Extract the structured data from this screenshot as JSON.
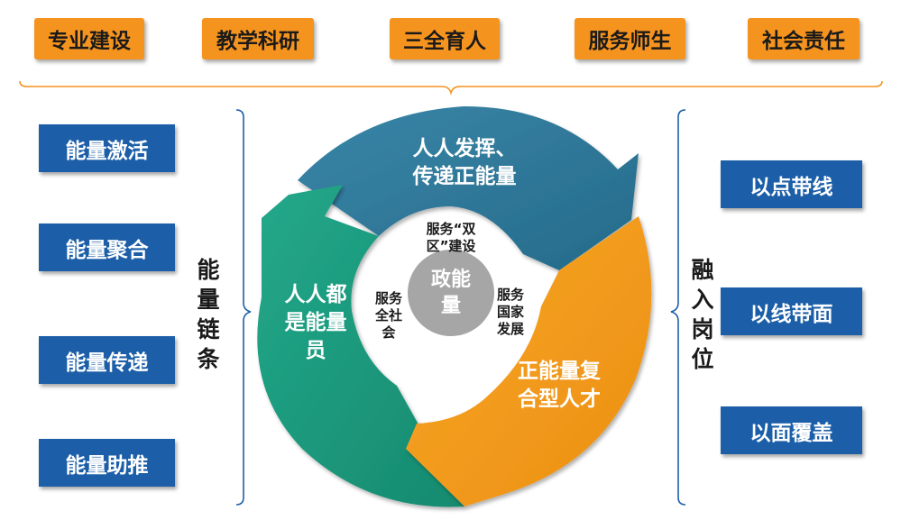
{
  "top_categories": [
    "专业建设",
    "教学科研",
    "三全育人",
    "服务师生",
    "社会责任"
  ],
  "left_items": [
    "能量激活",
    "能量聚合",
    "能量传递",
    "能量助推"
  ],
  "left_label": [
    "能",
    "量",
    "链",
    "条"
  ],
  "right_items": [
    "以点带线",
    "以线带面",
    "以面覆盖"
  ],
  "right_label": [
    "融",
    "入",
    "岗",
    "位"
  ],
  "cycle": {
    "top_arrow": [
      "人人发挥、",
      "传递正能量"
    ],
    "left_arrow": [
      "人人都",
      "是能量",
      "员"
    ],
    "right_arrow": [
      "正能量复",
      "合型人才"
    ]
  },
  "inner": {
    "top": [
      "服务“双",
      "区”建设"
    ],
    "left": [
      "服务",
      "全社",
      "会"
    ],
    "right": [
      "服务",
      "国家",
      "发展"
    ]
  },
  "center": [
    "政能",
    "量"
  ],
  "colors": {
    "orange": "#f5931f",
    "blue_box": "#1c5fa8",
    "arrow_blue": "#2e7597",
    "arrow_green": "#1f9d80",
    "arrow_orange": "#f29c1f",
    "center_gray": "#a6a6a6"
  }
}
